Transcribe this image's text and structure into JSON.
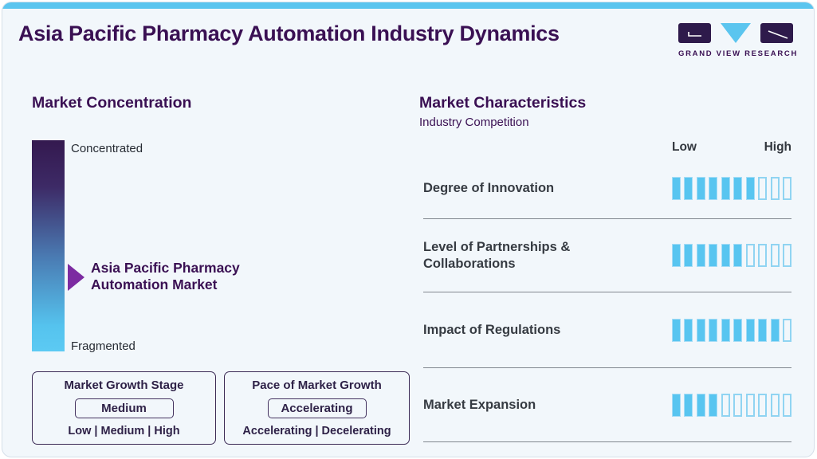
{
  "header": {
    "title": "Asia Pacific Pharmacy Automation Industry Dynamics",
    "logo_text": "GRAND VIEW RESEARCH"
  },
  "market_concentration": {
    "heading": "Market Concentration",
    "scale_top_label": "Concentrated",
    "scale_bottom_label": "Fragmented",
    "pointer_label": "Asia Pacific Pharmacy Automation Market",
    "pointer_fraction_from_top": 0.65,
    "boxes": [
      {
        "title": "Market Growth Stage",
        "value": "Medium",
        "options": "Low | Medium | High"
      },
      {
        "title": "Pace of Market Growth",
        "value": "Accelerating",
        "options": "Accelerating | Decelerating"
      }
    ]
  },
  "market_characteristics": {
    "heading": "Market Characteristics",
    "subheading": "Industry Competition",
    "scale_low_label": "Low",
    "scale_high_label": "High",
    "rows": [
      {
        "label": "Degree of Innovation",
        "filled": 7,
        "total": 10
      },
      {
        "label": "Level of Partnerships & Collaborations",
        "filled": 6,
        "total": 10
      },
      {
        "label": "Impact of Regulations",
        "filled": 9,
        "total": 10
      },
      {
        "label": "Market Expansion",
        "filled": 4,
        "total": 10
      }
    ]
  },
  "chart_data": {
    "type": "bar",
    "title": "Market Characteristics",
    "subtitle": "Industry Competition",
    "categories": [
      "Degree of Innovation",
      "Level of Partnerships & Collaborations",
      "Impact of Regulations",
      "Market Expansion"
    ],
    "series": [
      {
        "name": "Industry Competition rating (segments filled of 10)",
        "values": [
          7,
          6,
          9,
          4
        ]
      }
    ],
    "ylim": [
      0,
      10
    ],
    "scale_labels": {
      "low": "Low",
      "high": "High"
    },
    "style": "horizontal segmented rating bars, 10 segments each, right-aligned",
    "legend_position": "none"
  },
  "colors": {
    "accent_blue": "#58c5f0",
    "deep_purple": "#3a1053",
    "logo_purple": "#2e1a4b",
    "arrow_purple": "#7c2ba1",
    "text_dark": "#363b42",
    "card_background": "#f2f7fb",
    "gradient_top": "#34194f",
    "gradient_bottom": "#5ccaf3",
    "divider": "#81878f"
  }
}
